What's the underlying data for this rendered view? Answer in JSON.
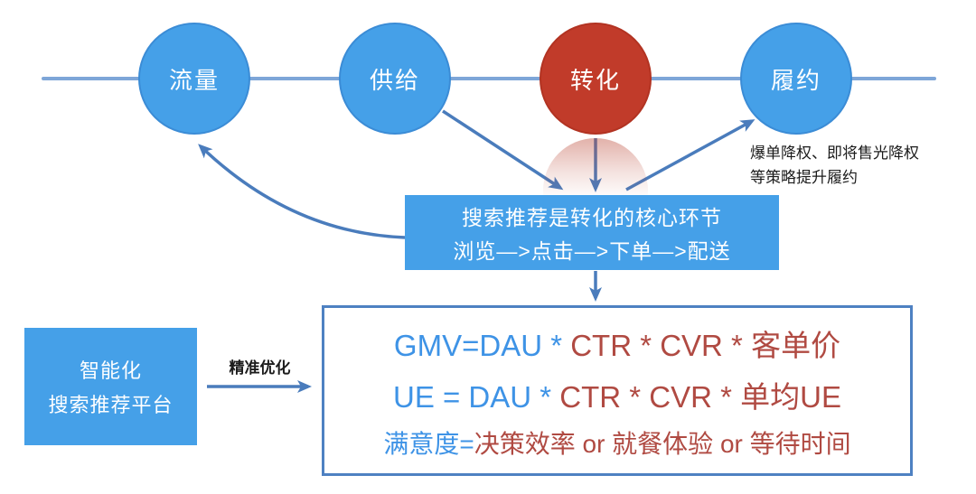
{
  "funnel": {
    "stages": [
      {
        "label": "流量",
        "color": "blue"
      },
      {
        "label": "供给",
        "color": "blue"
      },
      {
        "label": "转化",
        "color": "red"
      },
      {
        "label": "履约",
        "color": "blue"
      }
    ],
    "annotation": {
      "line1": "爆单降权、即将售光降权",
      "line2": "等策略提升履约"
    }
  },
  "conversion_box": {
    "line1": "搜索推荐是转化的核心环节",
    "line2": "浏览—>点击—>下单—>配送"
  },
  "platform_box": {
    "line1": "智能化",
    "line2": "搜索推荐平台"
  },
  "optimize_arrow_label": "精准优化",
  "formula_box": {
    "line1_blue": "GMV=DAU *",
    "line1_red": " CTR * CVR * 客单价",
    "line2_blue": "UE = DAU *",
    "line2_red": " CTR * CVR * 单均UE",
    "line3_blue": "满意度=",
    "line3_red": "决策效率 or 就餐体验 or 等待时间"
  },
  "colors": {
    "blue": "#45A0E8",
    "red": "#C13B2A",
    "arrow": "#4A7CBC",
    "baseline": "#7EA6D8",
    "fblue": "#3E93E6",
    "fred": "#B04A42"
  }
}
